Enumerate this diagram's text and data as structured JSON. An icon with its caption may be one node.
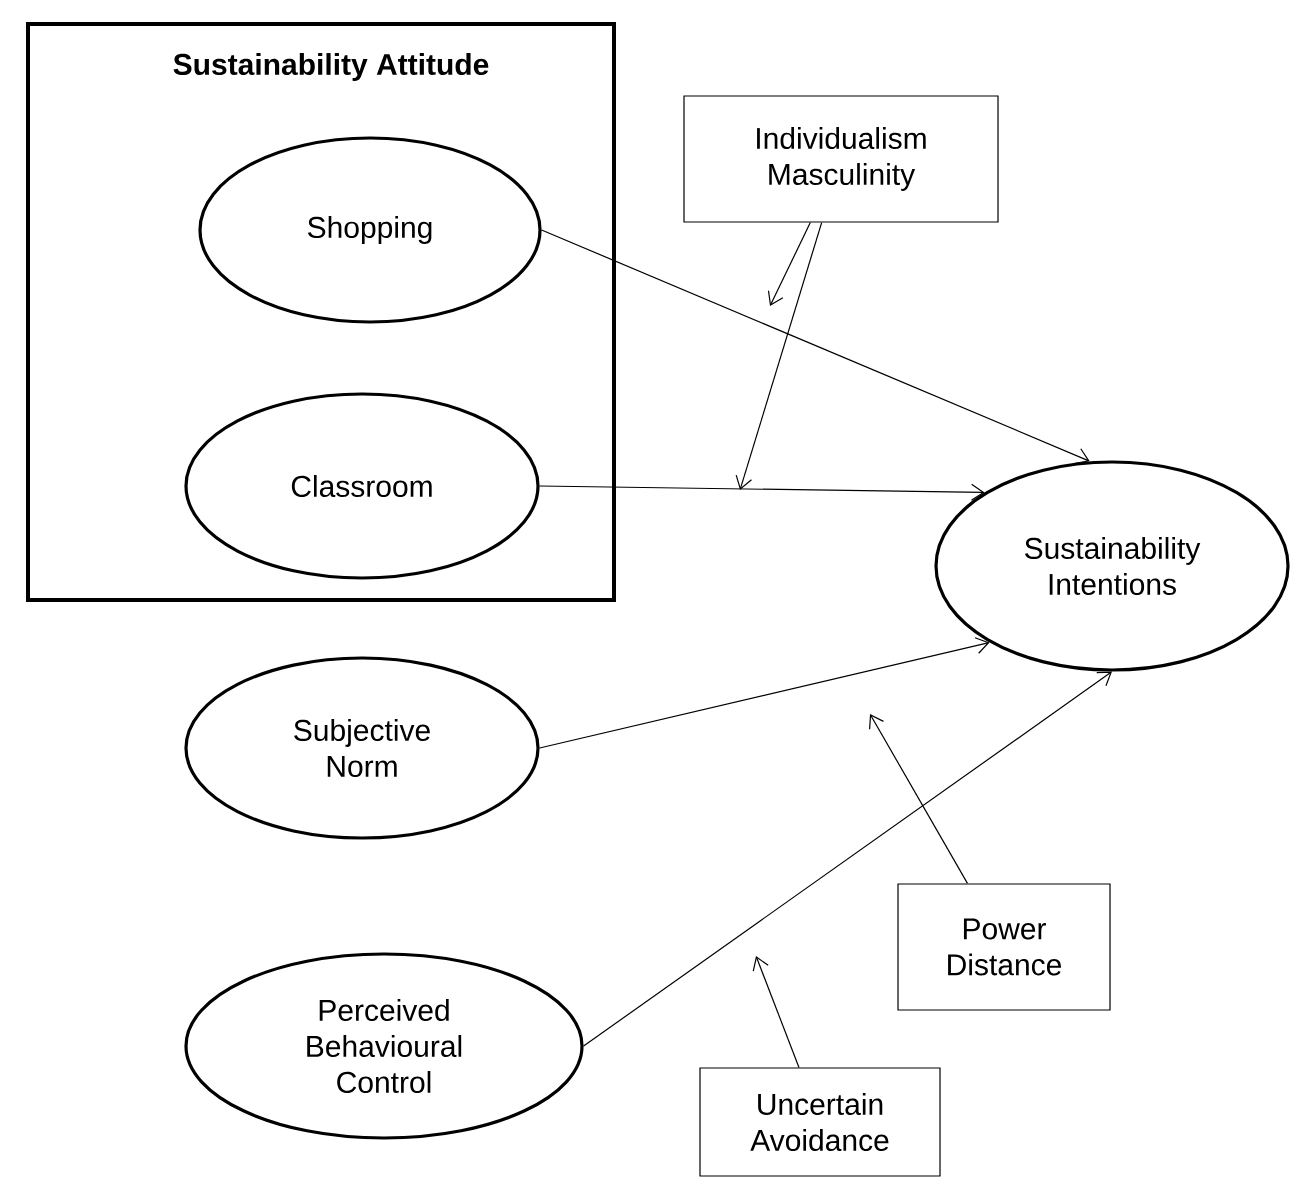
{
  "diagram": {
    "nodes": [
      {
        "text": [
          "Sustainability Attitude"
        ]
      },
      {
        "text": [
          "Shopping"
        ],
        "in": 0
      },
      {
        "text": [
          "Classroom"
        ],
        "in": 0
      },
      {
        "text": [
          "Individualism Masculinity"
        ]
      },
      {
        "text": [
          "Sustainability Intentions"
        ]
      },
      {
        "text": [
          "Subjective Norm"
        ]
      },
      {
        "text": [
          "Perceived Behavioural Control"
        ]
      },
      {
        "text": [
          "Power Distance"
        ]
      },
      {
        "text": [
          "Uncertain Avoidance"
        ]
      }
    ],
    "edges": [
      {
        "from": 1,
        "to": 4,
        "arrow": "to"
      },
      {
        "from": 2,
        "to": 4,
        "arrow": "to"
      },
      {
        "from": 3,
        "to": null,
        "arrow": "to"
      },
      {
        "from": 3,
        "to": null,
        "arrow": "to"
      },
      {
        "from": 5,
        "to": 4,
        "arrow": "to"
      },
      {
        "from": 6,
        "to": 4,
        "arrow": "to"
      },
      {
        "from": 7,
        "to": null,
        "arrow": "to"
      },
      {
        "from": 8,
        "to": null,
        "arrow": "to"
      }
    ]
  }
}
